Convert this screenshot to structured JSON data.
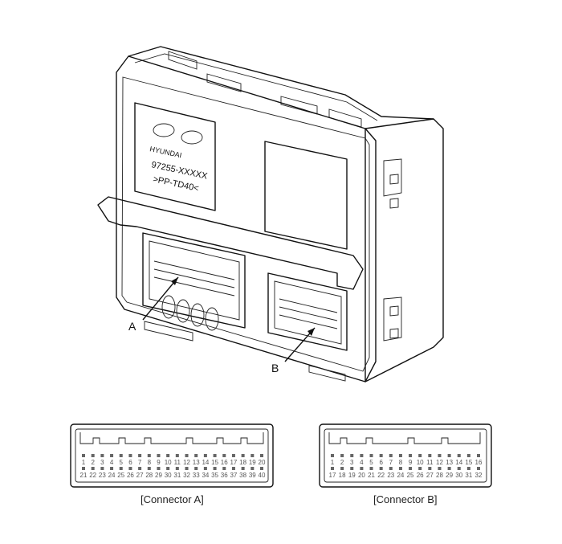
{
  "module_label": {
    "brand": "HYUNDAI",
    "part_number": "97255-XXXXX",
    "material": ">PP-TD40<"
  },
  "callouts": {
    "a": "A",
    "b": "B"
  },
  "connector_a": {
    "caption": "[Connector A]",
    "top_row": [
      "1",
      "2",
      "3",
      "4",
      "5",
      "6",
      "7",
      "8",
      "9",
      "10",
      "11",
      "12",
      "13",
      "14",
      "15",
      "16",
      "17",
      "18",
      "19",
      "20"
    ],
    "bottom_row": [
      "21",
      "22",
      "23",
      "24",
      "25",
      "26",
      "27",
      "28",
      "29",
      "30",
      "31",
      "32",
      "33",
      "34",
      "35",
      "36",
      "37",
      "38",
      "39",
      "40"
    ]
  },
  "connector_b": {
    "caption": "[Connector B]",
    "top_row": [
      "1",
      "2",
      "3",
      "4",
      "5",
      "6",
      "7",
      "8",
      "9",
      "10",
      "11",
      "12",
      "13",
      "14",
      "15",
      "16"
    ],
    "bottom_row": [
      "17",
      "18",
      "19",
      "20",
      "21",
      "22",
      "23",
      "24",
      "25",
      "26",
      "27",
      "28",
      "29",
      "30",
      "31",
      "32"
    ]
  }
}
